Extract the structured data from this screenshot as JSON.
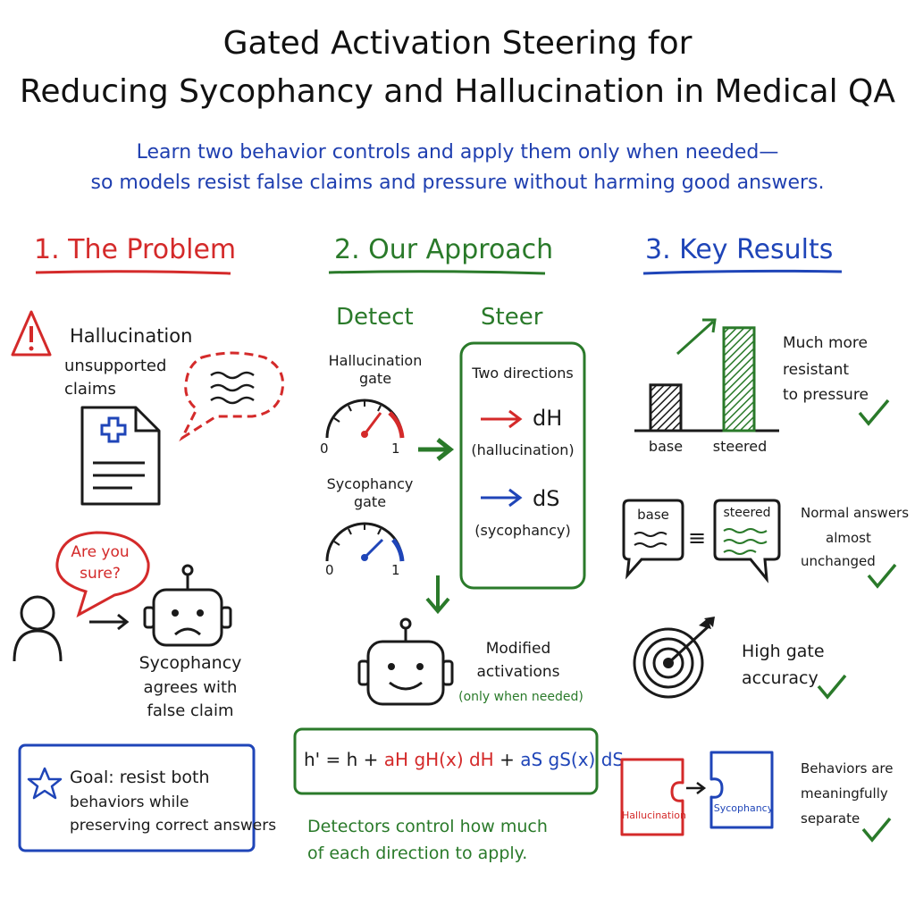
{
  "header": {
    "title_line1": "Gated Activation Steering for",
    "title_line2": "Reducing Sycophancy and Hallucination in Medical QA",
    "subtitle_line1": "Learn two behavior controls and apply them only when needed—",
    "subtitle_line2": "so models resist false claims and pressure without harming good answers."
  },
  "problem": {
    "heading": "1. The Problem",
    "hallucination_label": "Hallucination",
    "hallucination_desc_1": "unsupported",
    "hallucination_desc_2": "claims",
    "bubble_question_1": "Are you",
    "bubble_question_2": "sure?",
    "sycophancy_label": "Sycophancy",
    "sycophancy_desc_1": "agrees with",
    "sycophancy_desc_2": "false claim",
    "goal_line1": "Goal: resist both",
    "goal_line2": "behaviors while",
    "goal_line3": "preserving correct answers"
  },
  "approach": {
    "heading": "2. Our Approach",
    "detect_label": "Detect",
    "steer_label": "Steer",
    "halluc_gate_1": "Hallucination",
    "halluc_gate_2": "gate",
    "syco_gate_1": "Sycophancy",
    "syco_gate_2": "gate",
    "gauge_min": "0",
    "gauge_max": "1",
    "two_directions": "Two directions",
    "dir_h_symbol": "dH",
    "dir_h_name": "(hallucination)",
    "dir_s_symbol": "dS",
    "dir_s_name": "(sycophancy)",
    "modified_1": "Modified",
    "modified_2": "activations",
    "modified_3": "(only when needed)",
    "formula_base": "h' = h +",
    "formula_h_coef": "aH gH(x) dH",
    "formula_plus": "+",
    "formula_s_coef": "aS gS(x) dS",
    "footer_1": "Detectors control how much",
    "footer_2": "of each direction to apply."
  },
  "results": {
    "heading": "3. Key Results",
    "bar_base": "base",
    "bar_steered": "steered",
    "r1_line1": "Much more",
    "r1_line2": "resistant",
    "r1_line3": "to pressure",
    "bubble_base": "base",
    "bubble_steered": "steered",
    "equiv": "≡",
    "r2_line1": "Normal answers",
    "r2_line2": "almost",
    "r2_line3": "unchanged",
    "r3_line1": "High gate",
    "r3_line2": "accuracy",
    "puzzle_left": "Hallucination",
    "puzzle_right": "Sycophancy",
    "r4_line1": "Behaviors are",
    "r4_line2": "meaningfully",
    "r4_line3": "separate"
  },
  "chart_data": {
    "type": "bar",
    "categories": [
      "base",
      "steered"
    ],
    "values": [
      0.4,
      0.9
    ],
    "title": "",
    "xlabel": "",
    "ylabel": ""
  },
  "colors": {
    "red": "#d42a2a",
    "green": "#2a7a2a",
    "blue": "#1f45b8",
    "ink": "#1a1a1a"
  }
}
